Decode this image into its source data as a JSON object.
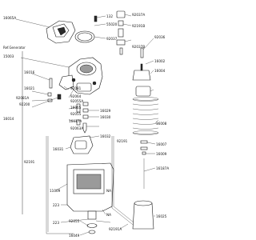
{
  "labels": {
    "p16065a": "16065A",
    "p132": "132",
    "p92037a": "92037A",
    "p55020": "55020",
    "p92191b": "92191B",
    "p92037": "92037",
    "p92036": "92036",
    "ref_generator": "Ref.Generator",
    "p15003": "15003",
    "p92037b": "92037B",
    "p16002": "16002",
    "p16004": "16004",
    "p16016": "16016",
    "p92081": "92081",
    "p16021": "16021",
    "p92081a": "92081A",
    "p92200": "92200",
    "p16014": "16014",
    "p92064": "92064",
    "p92055a": "92055A",
    "p16065": "16065",
    "p16029": "16029",
    "p92055": "92055",
    "p16017a": "16017A",
    "p16030": "16030",
    "p92063a": "92063A",
    "p16032": "16032",
    "p16031": "16031",
    "p16008": "16008",
    "p16007": "16007",
    "p16009": "16009",
    "p92191": "92191",
    "p92191_left": "92191",
    "p16187a": "16187A",
    "p11009": "11009",
    "na1": "NA",
    "na2": "NA",
    "p223a": "223",
    "p223b": "223",
    "p92055b": "92055",
    "p92191a": "92191A",
    "p16025": "16025",
    "p16049": "16049"
  }
}
